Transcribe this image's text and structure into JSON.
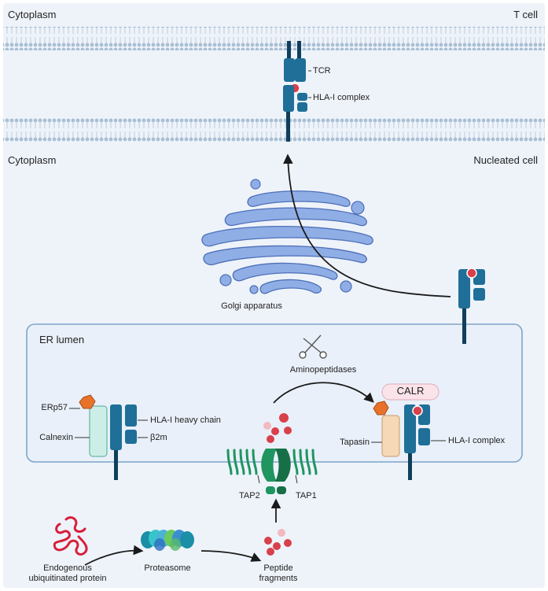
{
  "colors": {
    "background": "#eef3fa",
    "membrane": "#a9bfd4",
    "receptor": "#1f6f98",
    "receptor_dark": "#0f3f5a",
    "peptide": "#d8404a",
    "golgi": "#8faee6",
    "golgi_stroke": "#4e6fb8",
    "tap": "#1f9560",
    "calnexin": "#cdeee6",
    "tapasin": "#f6d7b6",
    "erp57": "#e8722a",
    "calr": "#fbe3ea",
    "proteasome": "#2ba6b8"
  },
  "regions": {
    "tcell_cytoplasm": "Cytoplasm",
    "tcell": "T cell",
    "cell_cytoplasm": "Cytoplasm",
    "nucleated_cell": "Nucleated cell",
    "er_lumen": "ER lumen"
  },
  "labels": {
    "tcr": "TCR",
    "hla_complex_surface": "HLA-I complex",
    "golgi": "Golgi apparatus",
    "aminopeptidases": "Aminopeptidases",
    "calr": "CALR",
    "erp57": "ERp57",
    "calnexin": "Calnexin",
    "hla_heavy_chain": "HLA-I heavy chain",
    "b2m": "β2m",
    "tapasin": "Tapasin",
    "hla_complex_er": "HLA-I complex",
    "tap2": "TAP2",
    "tap1": "TAP1",
    "endogenous_protein_line1": "Endogenous",
    "endogenous_protein_line2": "ubiquitinated protein",
    "proteasome": "Proteasome",
    "peptide_line1": "Peptide",
    "peptide_line2": "fragments"
  },
  "icons": {
    "scissors": "scissors-icon",
    "protein": "ubiquitinated-protein-icon",
    "proteasome": "proteasome-icon",
    "golgi": "golgi-apparatus-icon"
  }
}
